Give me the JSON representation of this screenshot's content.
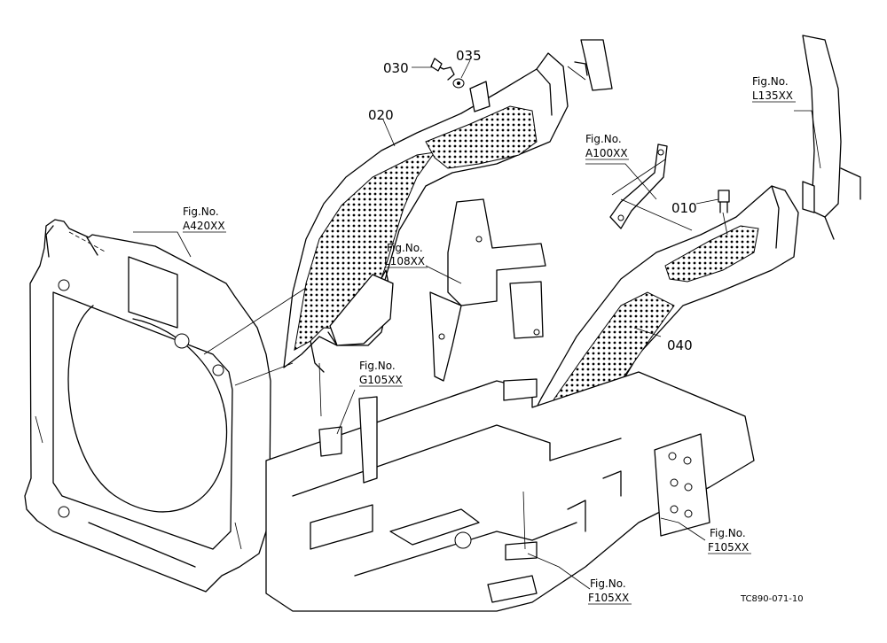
{
  "parts": [
    {
      "id": "p010",
      "number": "010"
    },
    {
      "id": "p020",
      "number": "020"
    },
    {
      "id": "p030",
      "number": "030"
    },
    {
      "id": "p035",
      "number": "035"
    },
    {
      "id": "p040",
      "number": "040"
    }
  ],
  "fig_refs": [
    {
      "id": "l135",
      "prefix": "Fig.No.",
      "code": "L135XX"
    },
    {
      "id": "a100",
      "prefix": "Fig.No.",
      "code": "A100XX"
    },
    {
      "id": "a420",
      "prefix": "Fig.No.",
      "code": "A420XX"
    },
    {
      "id": "l108",
      "prefix": "Fig.No.",
      "code": "L108XX"
    },
    {
      "id": "g105",
      "prefix": "Fig.No.",
      "code": "G105XX"
    },
    {
      "id": "f105a",
      "prefix": "Fig.No.",
      "code": "F105XX"
    },
    {
      "id": "f105b",
      "prefix": "Fig.No.",
      "code": "F105XX"
    }
  ],
  "drawing_code": "TC890-071-10"
}
